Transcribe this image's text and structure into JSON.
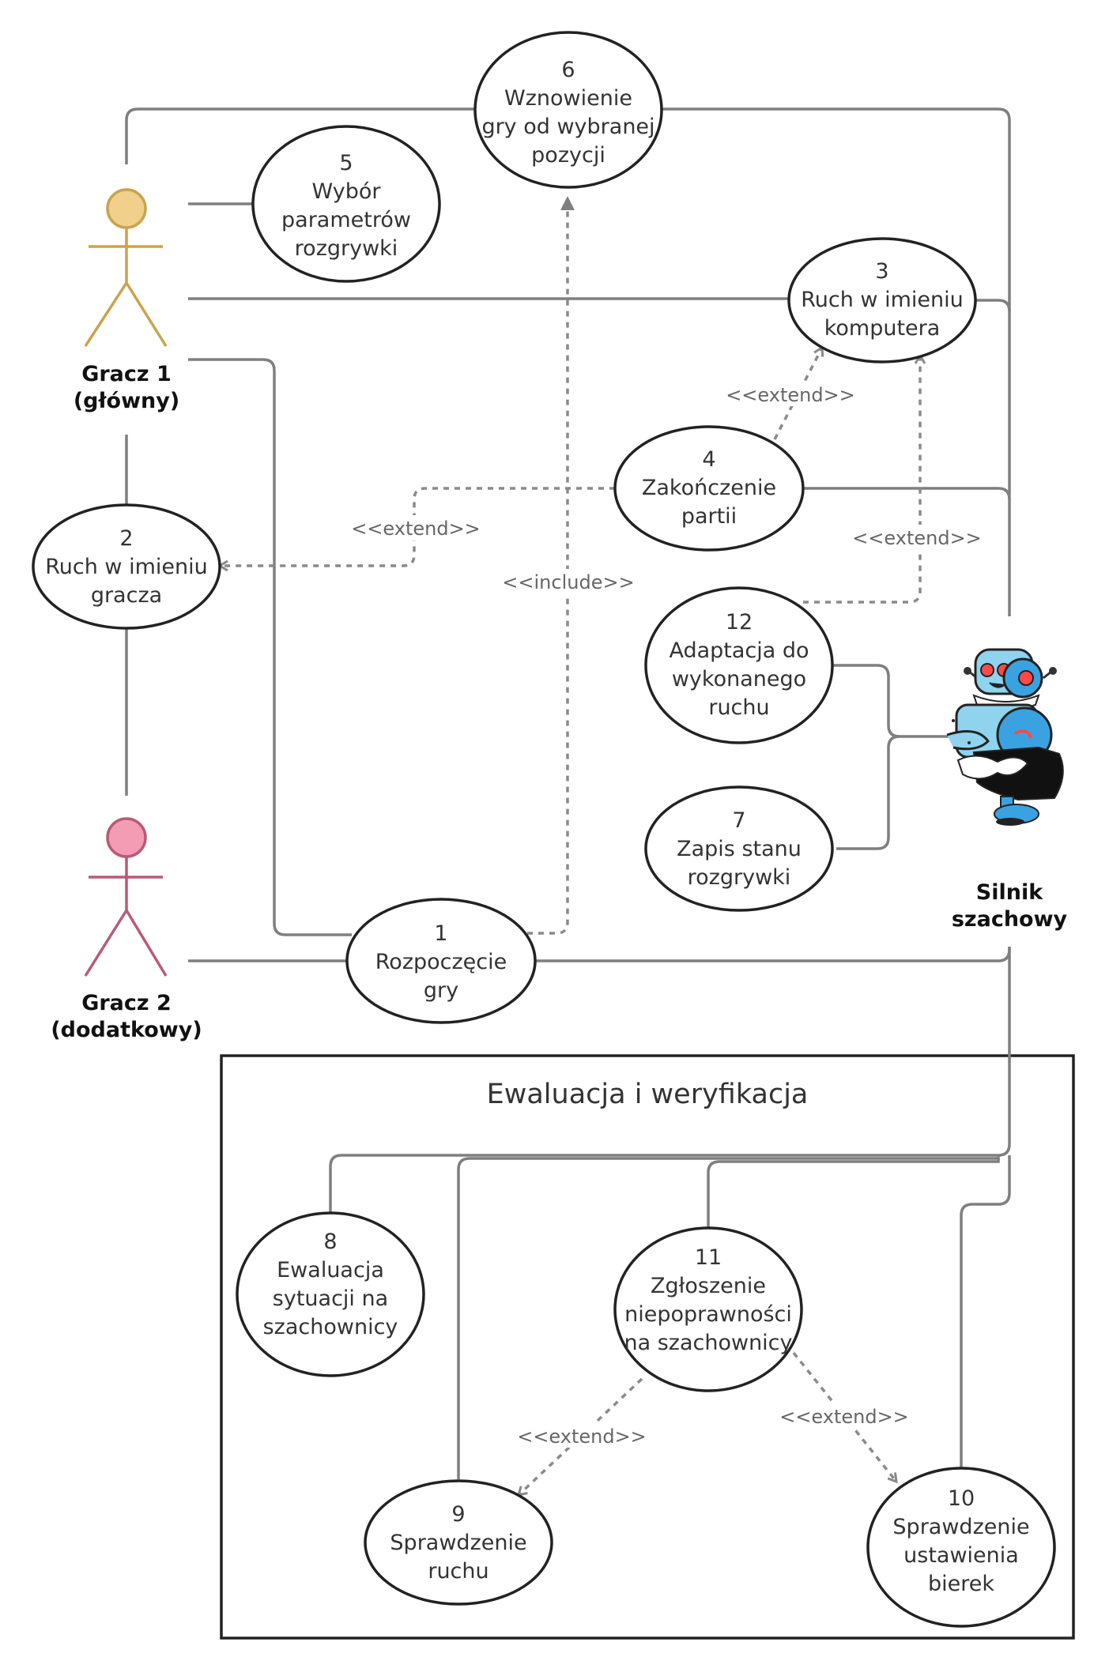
{
  "actors": {
    "player1": {
      "line1": "Gracz 1",
      "line2": "(główny)",
      "color": "#c9a44d",
      "head_fill": "#f0d08a"
    },
    "player2": {
      "line1": "Gracz 2",
      "line2": "(dodatkowy)",
      "color": "#b85a78",
      "head_fill": "#f59cb5"
    },
    "engine": {
      "line1": "Silnik",
      "line2": "szachowy",
      "icon": "robot-icon"
    }
  },
  "use_cases": {
    "uc1": {
      "num": "1",
      "lines": [
        "Rozpoczęcie",
        "gry"
      ]
    },
    "uc2": {
      "num": "2",
      "lines": [
        "Ruch w imieniu",
        "gracza"
      ]
    },
    "uc3": {
      "num": "3",
      "lines": [
        "Ruch w imieniu",
        "komputera"
      ]
    },
    "uc4": {
      "num": "4",
      "lines": [
        "Zakończenie",
        "partii"
      ]
    },
    "uc5": {
      "num": "5",
      "lines": [
        "Wybór",
        "parametrów",
        "rozgrywki"
      ]
    },
    "uc6": {
      "num": "6",
      "lines": [
        "Wznowienie",
        "gry od wybranej",
        "pozycji"
      ]
    },
    "uc7": {
      "num": "7",
      "lines": [
        "Zapis stanu",
        "rozgrywki"
      ]
    },
    "uc8": {
      "num": "8",
      "lines": [
        "Ewaluacja",
        "sytuacji na",
        "szachownicy"
      ]
    },
    "uc9": {
      "num": "9",
      "lines": [
        "Sprawdzenie",
        "ruchu"
      ]
    },
    "uc10": {
      "num": "10",
      "lines": [
        "Sprawdzenie",
        "ustawienia",
        "bierek"
      ]
    },
    "uc11": {
      "num": "11",
      "lines": [
        "Zgłoszenie",
        "niepoprawności",
        "na szachownicy"
      ]
    },
    "uc12": {
      "num": "12",
      "lines": [
        "Adaptacja do",
        "wykonanego",
        "ruchu"
      ]
    }
  },
  "relations": {
    "extend_4_3": "<<extend>>",
    "extend_4_2": "<<extend>>",
    "extend_12_3": "<<extend>>",
    "include_1_6": "<<include>>",
    "extend_11_9": "<<extend>>",
    "extend_11_10": "<<extend>>"
  },
  "boundary": {
    "title": "Ewaluacja i weryfikacja"
  },
  "colors": {
    "connector": "#7f7f7f",
    "dashed": "#8a8a8a",
    "ellipse_stroke": "#222222",
    "text": "#333333"
  }
}
